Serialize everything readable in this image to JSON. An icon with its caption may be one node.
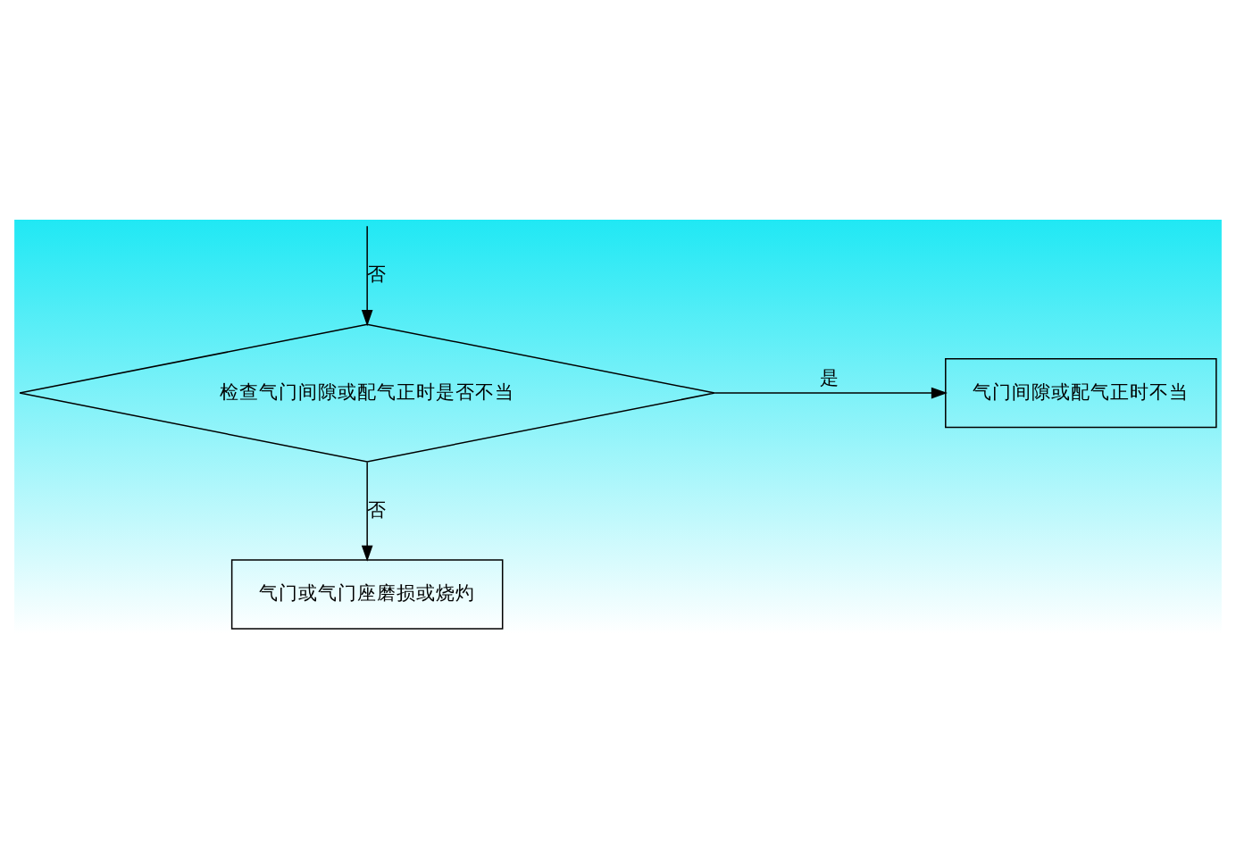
{
  "diagram": {
    "nodes": [
      {
        "text": [
          "检查气门间隙或配气正时是否不当"
        ]
      },
      {
        "text": [
          "气门间隙或配气正时不当"
        ]
      },
      {
        "text": [
          "气门或气门座磨损或烧灼"
        ]
      }
    ],
    "edges": [
      {
        "from": null,
        "to": 0,
        "label": "否",
        "arrow": "to"
      },
      {
        "from": 0,
        "to": 1,
        "label": "是",
        "arrow": "to"
      },
      {
        "from": 0,
        "to": 2,
        "label": "否",
        "arrow": "to"
      }
    ]
  }
}
